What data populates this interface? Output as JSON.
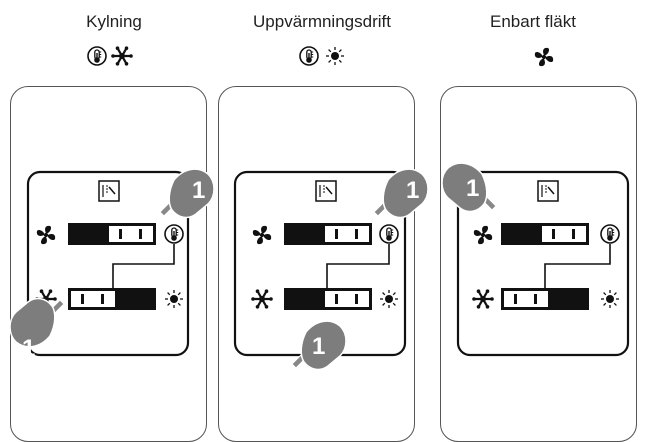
{
  "modes": [
    {
      "title": "Kylning",
      "icons": [
        "thermometer-icon",
        "snowflake-icon"
      ]
    },
    {
      "title": "Uppvärmningsdrift",
      "icons": [
        "thermometer-icon",
        "sun-icon"
      ]
    },
    {
      "title": "Enbart fläkt",
      "icons": [
        "fan-icon"
      ]
    }
  ],
  "callout_label": "1"
}
